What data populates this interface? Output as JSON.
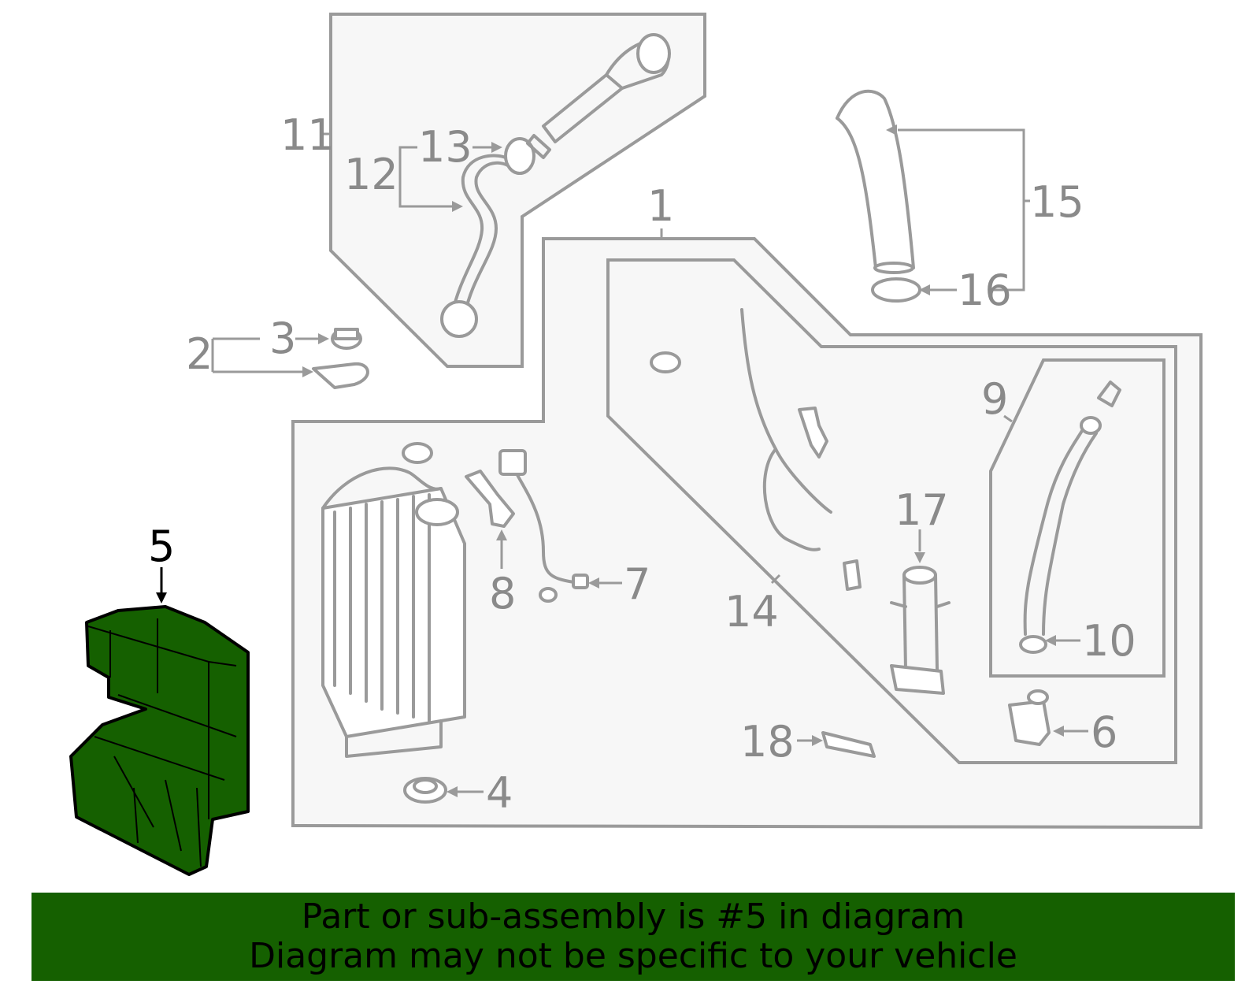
{
  "diagram": {
    "callouts": {
      "c1": "1",
      "c2": "2",
      "c3": "3",
      "c4": "4",
      "c5": "5",
      "c6": "6",
      "c7": "7",
      "c8": "8",
      "c9": "9",
      "c10": "10",
      "c11": "11",
      "c12": "12",
      "c13": "13",
      "c14": "14",
      "c15": "15",
      "c16": "16",
      "c17": "17",
      "c18": "18"
    },
    "highlighted_part": "5",
    "colors": {
      "highlight": "#156000",
      "line": "#9a9a9a",
      "panel": "#f7f7f7"
    }
  },
  "banner": {
    "line1": "Part or sub-assembly is #5 in diagram",
    "line2": "Diagram may not be specific to your vehicle"
  }
}
